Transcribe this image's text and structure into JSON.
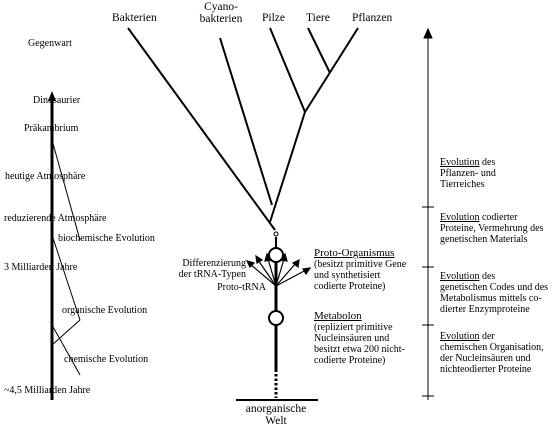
{
  "left_scale": {
    "top_label": "Gegenwart",
    "labels": [
      "Dinosaurier",
      "Präkambrium",
      "heutige Atmosphäre",
      "reduzierende Atmosphäre",
      "3 Milliarden Jahre",
      "~4,5 Milliarden Jahre"
    ],
    "evolution_labels": [
      "biochemische Evolution",
      "organische Evolution",
      "chemische Evolution"
    ]
  },
  "tree": {
    "leaves": [
      "Bakterien",
      "Cyano-",
      "bakterien",
      "Pilze",
      "Tiere",
      "Pflanzen"
    ],
    "differenzierung": [
      "Differenzierung",
      "der tRNA-Typen"
    ],
    "proto_trna": "Proto-tRNA",
    "proto_organismus": {
      "title": "Proto-Organismus",
      "lines": [
        "(besitzt primitive Gene",
        "und synthetisiert",
        "codierte Proteine)"
      ]
    },
    "metabolon": {
      "title": "Metabolon",
      "lines": [
        "(repliziert primitive",
        "Nucleinsäuren und",
        "besitzt etwa 200 nicht-",
        "codierte Proteine)"
      ]
    },
    "root": [
      "anorganische",
      "Welt"
    ]
  },
  "stages": [
    {
      "keyword": "Evolution",
      "lines": [
        " des",
        "Pflanzen- und",
        "Tierreiches"
      ]
    },
    {
      "keyword": "Evolution",
      "lines": [
        " codierter",
        "Proteine, Vermehrung des",
        "genetischen Materials"
      ]
    },
    {
      "keyword": "Evolution",
      "lines": [
        " des",
        "genetischen Codes und des",
        "Metabolismus mittels co-",
        "dierter Enzymproteine"
      ]
    },
    {
      "keyword": "Evolution",
      "lines": [
        " der",
        "chemischen Organisation,",
        "der Nucleinsäuren und",
        "nichteodierter Proteine"
      ]
    }
  ]
}
